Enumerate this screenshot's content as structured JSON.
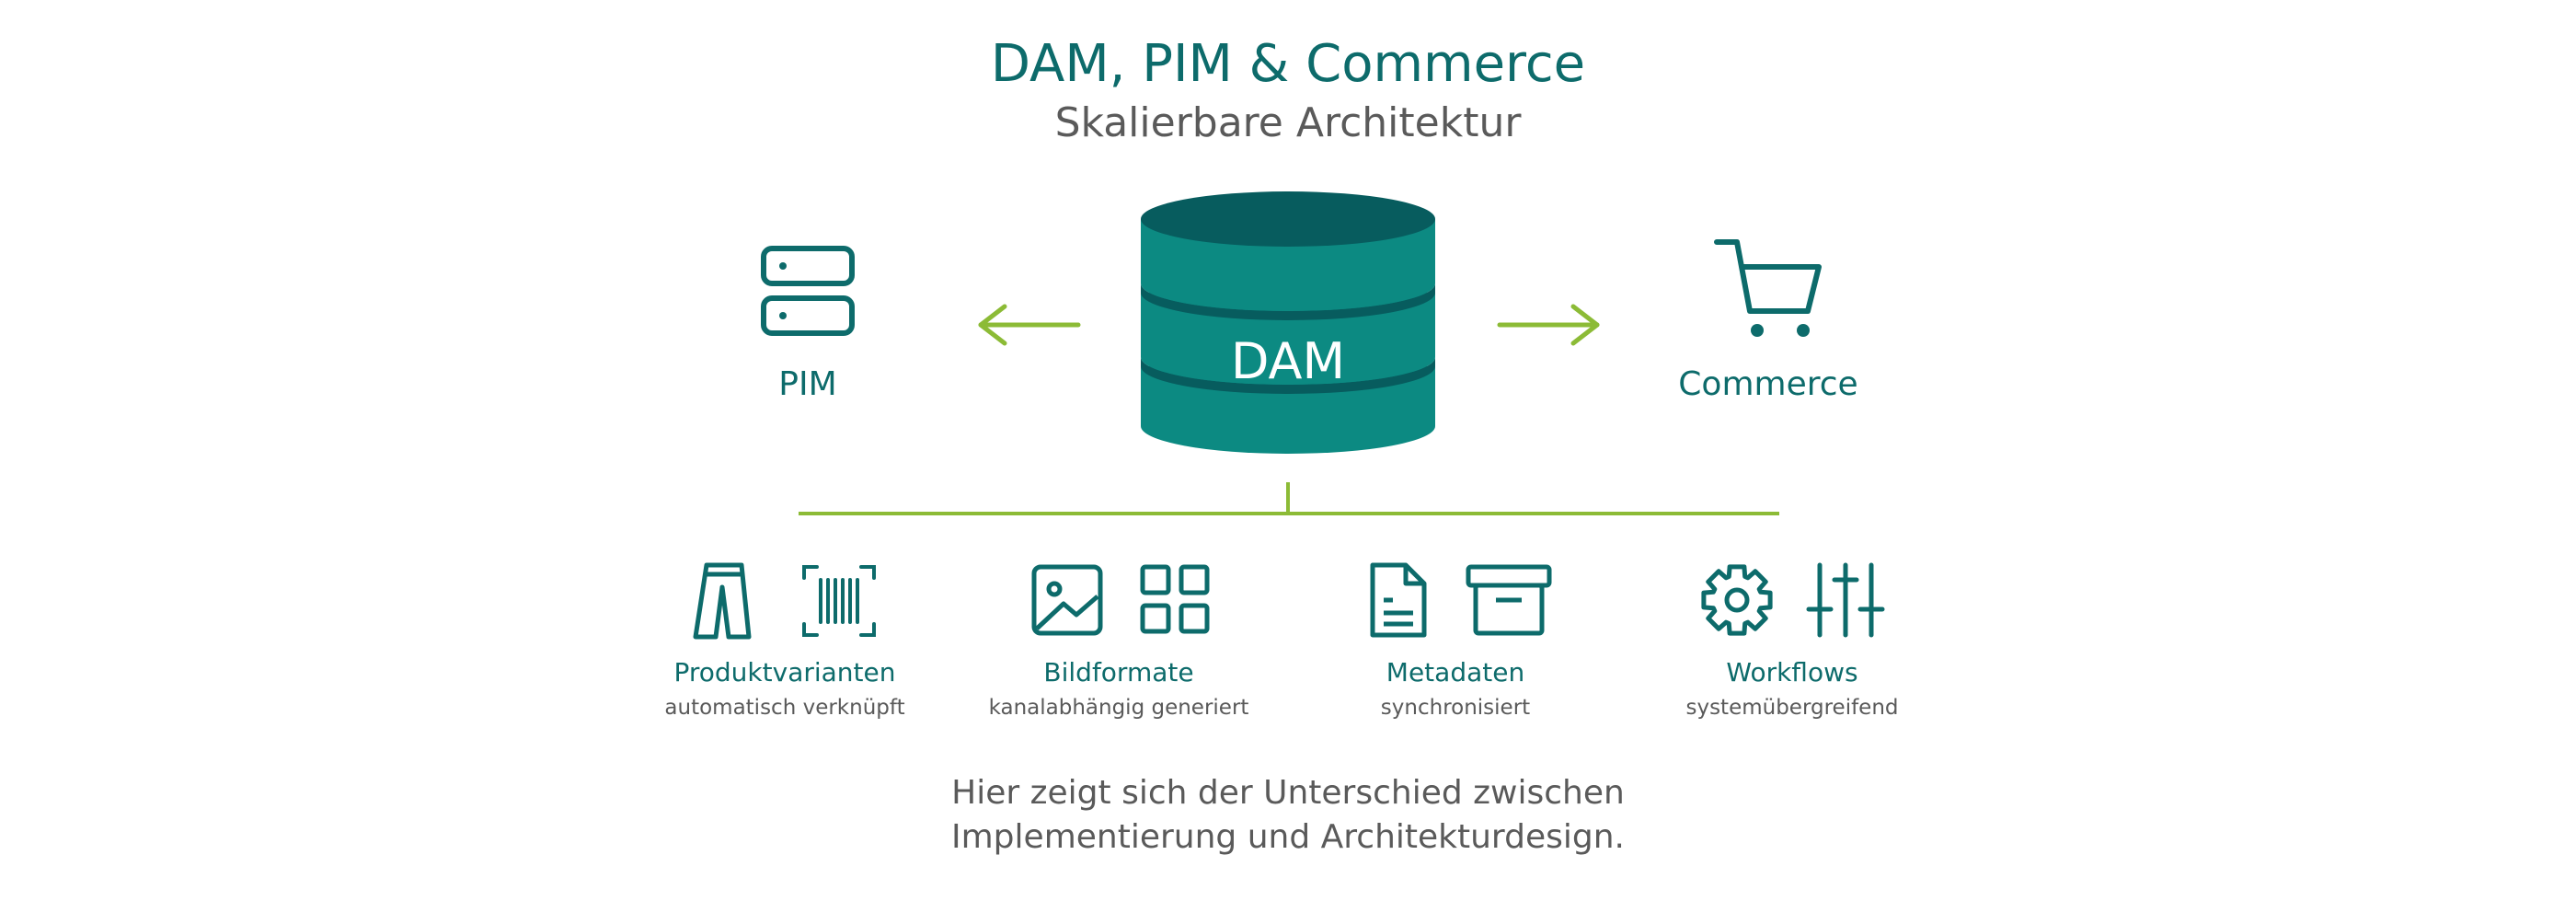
{
  "title": "DAM, PIM & Commerce",
  "subtitle": "Skalierbare Architektur",
  "center": {
    "label": "DAM"
  },
  "left": {
    "label": "PIM",
    "icon": "server-stack-icon"
  },
  "right": {
    "label": "Commerce",
    "icon": "shopping-cart-icon"
  },
  "features": [
    {
      "title": "Produktvarianten",
      "subtitle": "automatisch verknüpft",
      "icons": [
        "pants-icon",
        "barcode-scan-icon"
      ]
    },
    {
      "title": "Bildformate",
      "subtitle": "kanalabhängig generiert",
      "icons": [
        "image-icon",
        "grid-icon"
      ]
    },
    {
      "title": "Metadaten",
      "subtitle": "synchronisiert",
      "icons": [
        "document-icon",
        "archive-box-icon"
      ]
    },
    {
      "title": "Workflows",
      "subtitle": "systemübergreifend",
      "icons": [
        "gear-icon",
        "sliders-icon"
      ]
    }
  ],
  "note": {
    "line1": "Hier zeigt sich der Unterschied zwischen",
    "line2": "Implementierung und Architekturdesign."
  },
  "colors": {
    "brand_teal": "#0d6b6b",
    "cylinder_light": "#0c8a82",
    "cylinder_dark": "#075c5e",
    "accent_green": "#8cbb36",
    "text_gray": "#5a5a5a"
  }
}
